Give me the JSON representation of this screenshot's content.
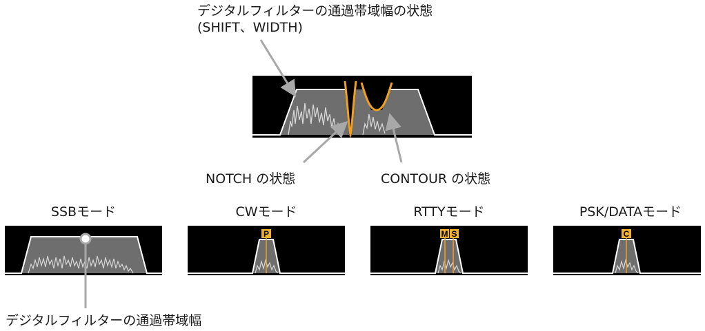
{
  "top_callout": {
    "line1": "デジタルフィルターの通過帯域幅の状態",
    "line2": "(SHIFT、WIDTH)"
  },
  "notch_label": "NOTCH の状態",
  "contour_label": "CONTOUR の状態",
  "modes": [
    {
      "label": "SSBモード",
      "markers": []
    },
    {
      "label": "CWモード",
      "markers": [
        "P"
      ]
    },
    {
      "label": "RTTYモード",
      "markers": [
        "M",
        "S"
      ]
    },
    {
      "label": "PSK/DATAモード",
      "markers": [
        "C"
      ]
    }
  ],
  "bottom_callout": "デジタルフィルターの通過帯域幅",
  "colors": {
    "panel_bg": "#000000",
    "filter_fill": "#6e6e6e",
    "filter_edge": "#ffffff",
    "spectrum": "#d8d8d8",
    "notch_curve": "#f0a020",
    "marker_bg": "#f0b030",
    "arrow": "#a8a8a8"
  }
}
